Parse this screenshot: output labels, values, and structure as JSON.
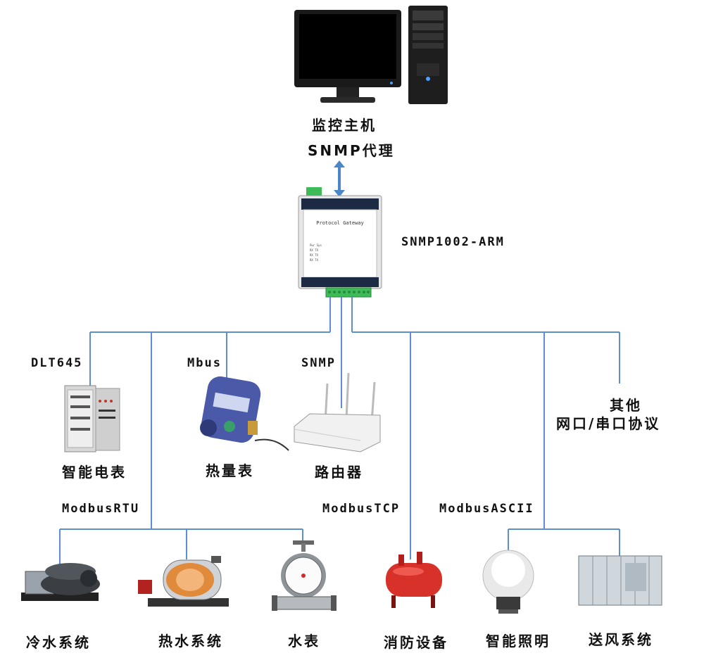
{
  "host": {
    "line1": "监控主机",
    "line2": "SNMP代理"
  },
  "gateway": {
    "model": "SNMP1002-ARM",
    "screen_text": "Protocol Gateway"
  },
  "protocols": {
    "dlt645": "DLT645",
    "mbus": "Mbus",
    "snmp": "SNMP",
    "modbus_rtu": "ModbusRTU",
    "modbus_tcp": "ModbusTCP",
    "modbus_ascii": "ModbusASCII",
    "other_line1": "其他",
    "other_line2": "网口/串口协议"
  },
  "devices": {
    "smart_meter": "智能电表",
    "heat_meter": "热量表",
    "router": "路由器",
    "chiller": "冷水系统",
    "boiler": "热水系统",
    "water_meter": "水表",
    "fire": "消防设备",
    "lighting": "智能照明",
    "ventilation": "送风系统"
  },
  "colors": {
    "line": "#5b8fd0",
    "arrow": "#4a86c8",
    "connector": "#3dbb57"
  }
}
